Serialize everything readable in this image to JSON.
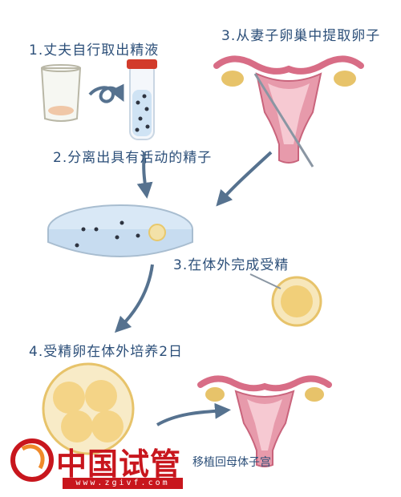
{
  "steps": {
    "step1": "1.丈夫自行取出精液",
    "step2": "2.分离出具有活动的精子",
    "step3": "3.从妻子卵巢中提取卵子",
    "step3b": "3.在体外完成受精",
    "step4": "4.受精卵在体外培养2日",
    "step5": "移植回母体子宫"
  },
  "brand": {
    "name": "中国试管",
    "url": "www.zgivf.com"
  },
  "colors": {
    "label": "#2c4f79",
    "arrow": "#56728f",
    "brand": "#c8161d"
  }
}
